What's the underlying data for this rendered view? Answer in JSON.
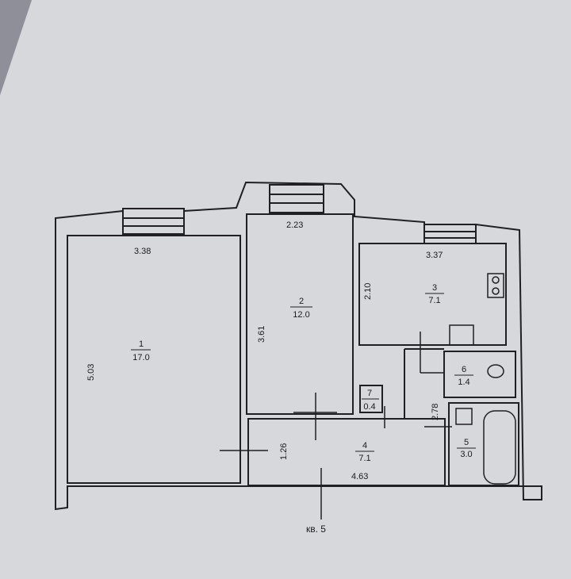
{
  "caption": "кв. 5",
  "rooms": [
    {
      "number": "1",
      "area": "17.0"
    },
    {
      "number": "2",
      "area": "12.0"
    },
    {
      "number": "3",
      "area": "7.1"
    },
    {
      "number": "4",
      "area": "7.1"
    },
    {
      "number": "5",
      "area": "3.0"
    },
    {
      "number": "6",
      "area": "1.4"
    },
    {
      "number": "7",
      "area": "0.4"
    }
  ],
  "dimensions": {
    "room1_width": "3.38",
    "room1_length": "5.03",
    "room2_width": "2.23",
    "room2_length": "3.61",
    "room3_width": "3.37",
    "room3_length": "2.10",
    "hall_length": "4.63",
    "hall_width": "1.26",
    "bath_length": "2.78"
  },
  "colors": {
    "paper": "#d9dadd",
    "ink": "#202024",
    "background": "#a9a9b0"
  }
}
